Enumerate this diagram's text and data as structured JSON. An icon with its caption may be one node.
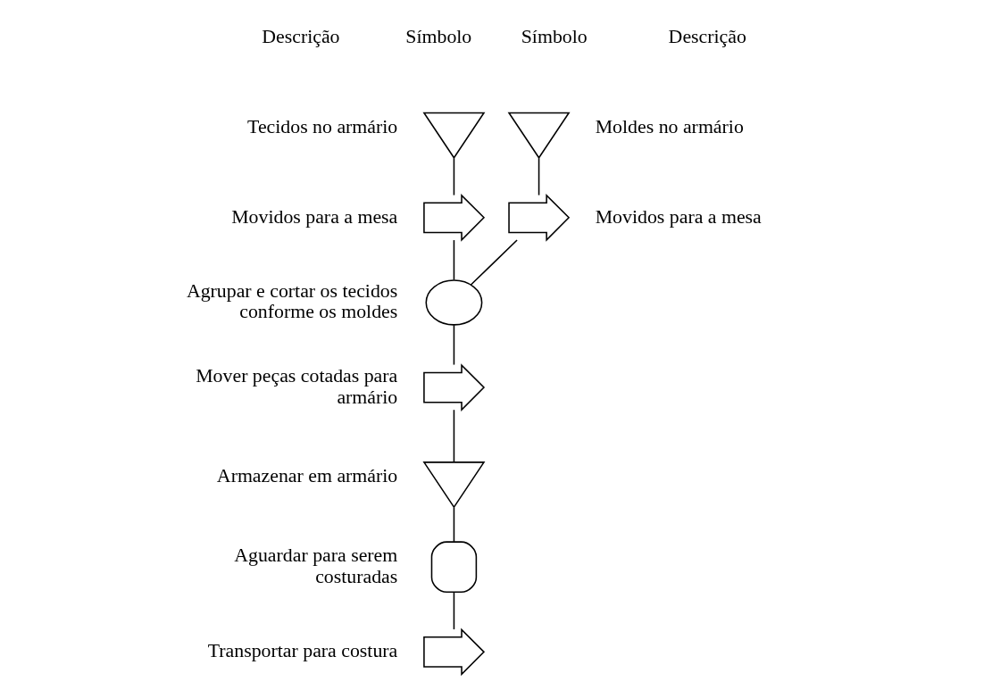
{
  "diagram": {
    "nodes": [
      {
        "text": [],
        "shape": "triangle",
        "beside": [
          "Tecidos no armário"
        ]
      },
      {
        "text": [],
        "shape": "arrow",
        "beside": [
          "Movidos para a mesa"
        ]
      },
      {
        "text": [],
        "shape": "circle",
        "beside": [
          "Agrupar e cortar os tecidos conforme os moldes"
        ]
      },
      {
        "text": [],
        "shape": "arrow",
        "beside": [
          "Mover peças cotadas para armário"
        ]
      },
      {
        "text": [],
        "shape": "triangle",
        "beside": [
          "Armazenar em armário"
        ]
      },
      {
        "text": [],
        "shape": "half-circle",
        "beside": [
          "Aguardar para serem costuradas"
        ]
      },
      {
        "text": [],
        "shape": "arrow",
        "beside": [
          "Transportar para costura"
        ]
      },
      {
        "text": [],
        "shape": "triangle",
        "beside": [
          "Moldes no armário"
        ]
      },
      {
        "text": [],
        "shape": "arrow",
        "beside": [
          "Movidos para a mesa"
        ]
      }
    ],
    "edges": [
      {
        "from": 0,
        "to": 1,
        "arrow": "none"
      },
      {
        "from": 1,
        "to": 2,
        "arrow": "none"
      },
      {
        "from": 2,
        "to": 3,
        "arrow": "none"
      },
      {
        "from": 3,
        "to": 4,
        "arrow": "none"
      },
      {
        "from": 4,
        "to": 5,
        "arrow": "none"
      },
      {
        "from": 5,
        "to": 6,
        "arrow": "none"
      },
      {
        "from": 7,
        "to": 8,
        "arrow": "none"
      },
      {
        "from": 8,
        "to": 2,
        "arrow": "none"
      }
    ],
    "labels": [
      "Descrição",
      "Símbolo",
      "Símbolo",
      "Descrição"
    ]
  }
}
